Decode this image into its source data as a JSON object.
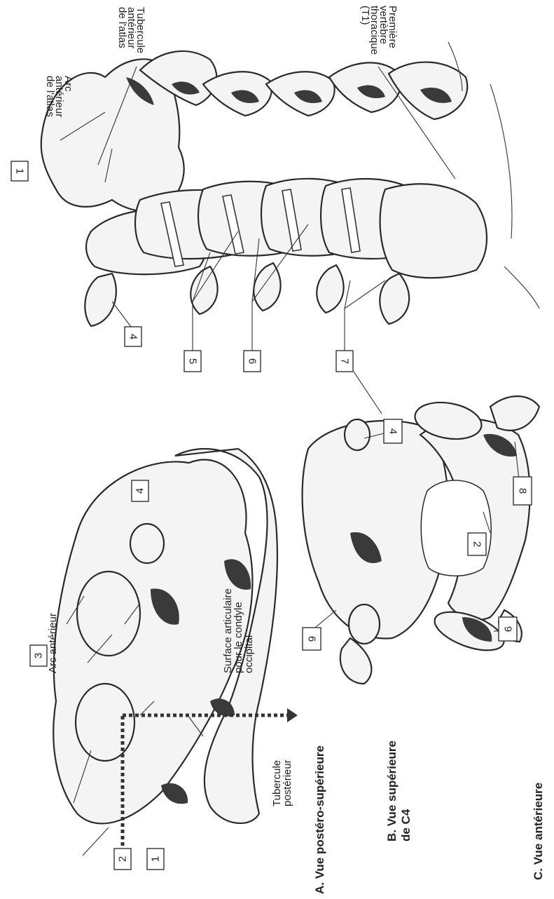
{
  "views": {
    "a": {
      "caption": "A. Vue postéro-supérieure",
      "labels": {
        "arc_anterieur": "Arc antérieur",
        "surface_articulaire": [
          "Surface articulaire",
          "pour le condyle",
          "occipital"
        ],
        "tubercule_posterieur": [
          "Tubercule",
          "postérieur"
        ]
      },
      "boxes": [
        "1",
        "2",
        "3",
        "4"
      ]
    },
    "b": {
      "caption": [
        "B. Vue supérieure",
        "de C4"
      ],
      "boxes": [
        "2",
        "4",
        "6",
        "8",
        "9"
      ]
    },
    "c": {
      "caption": "C. Vue antérieure",
      "labels": {
        "arc_atlas": [
          "Arc",
          "antérieur",
          "de l'atlas"
        ],
        "tubercule_atlas": [
          "Tubercule",
          "antérieur",
          "de l'atlas"
        ],
        "premiere_vertebre": [
          "Première",
          "vertèbre",
          "thoracique",
          "(T1)"
        ]
      },
      "boxes": [
        "1",
        "4",
        "5",
        "6",
        "7"
      ]
    }
  }
}
